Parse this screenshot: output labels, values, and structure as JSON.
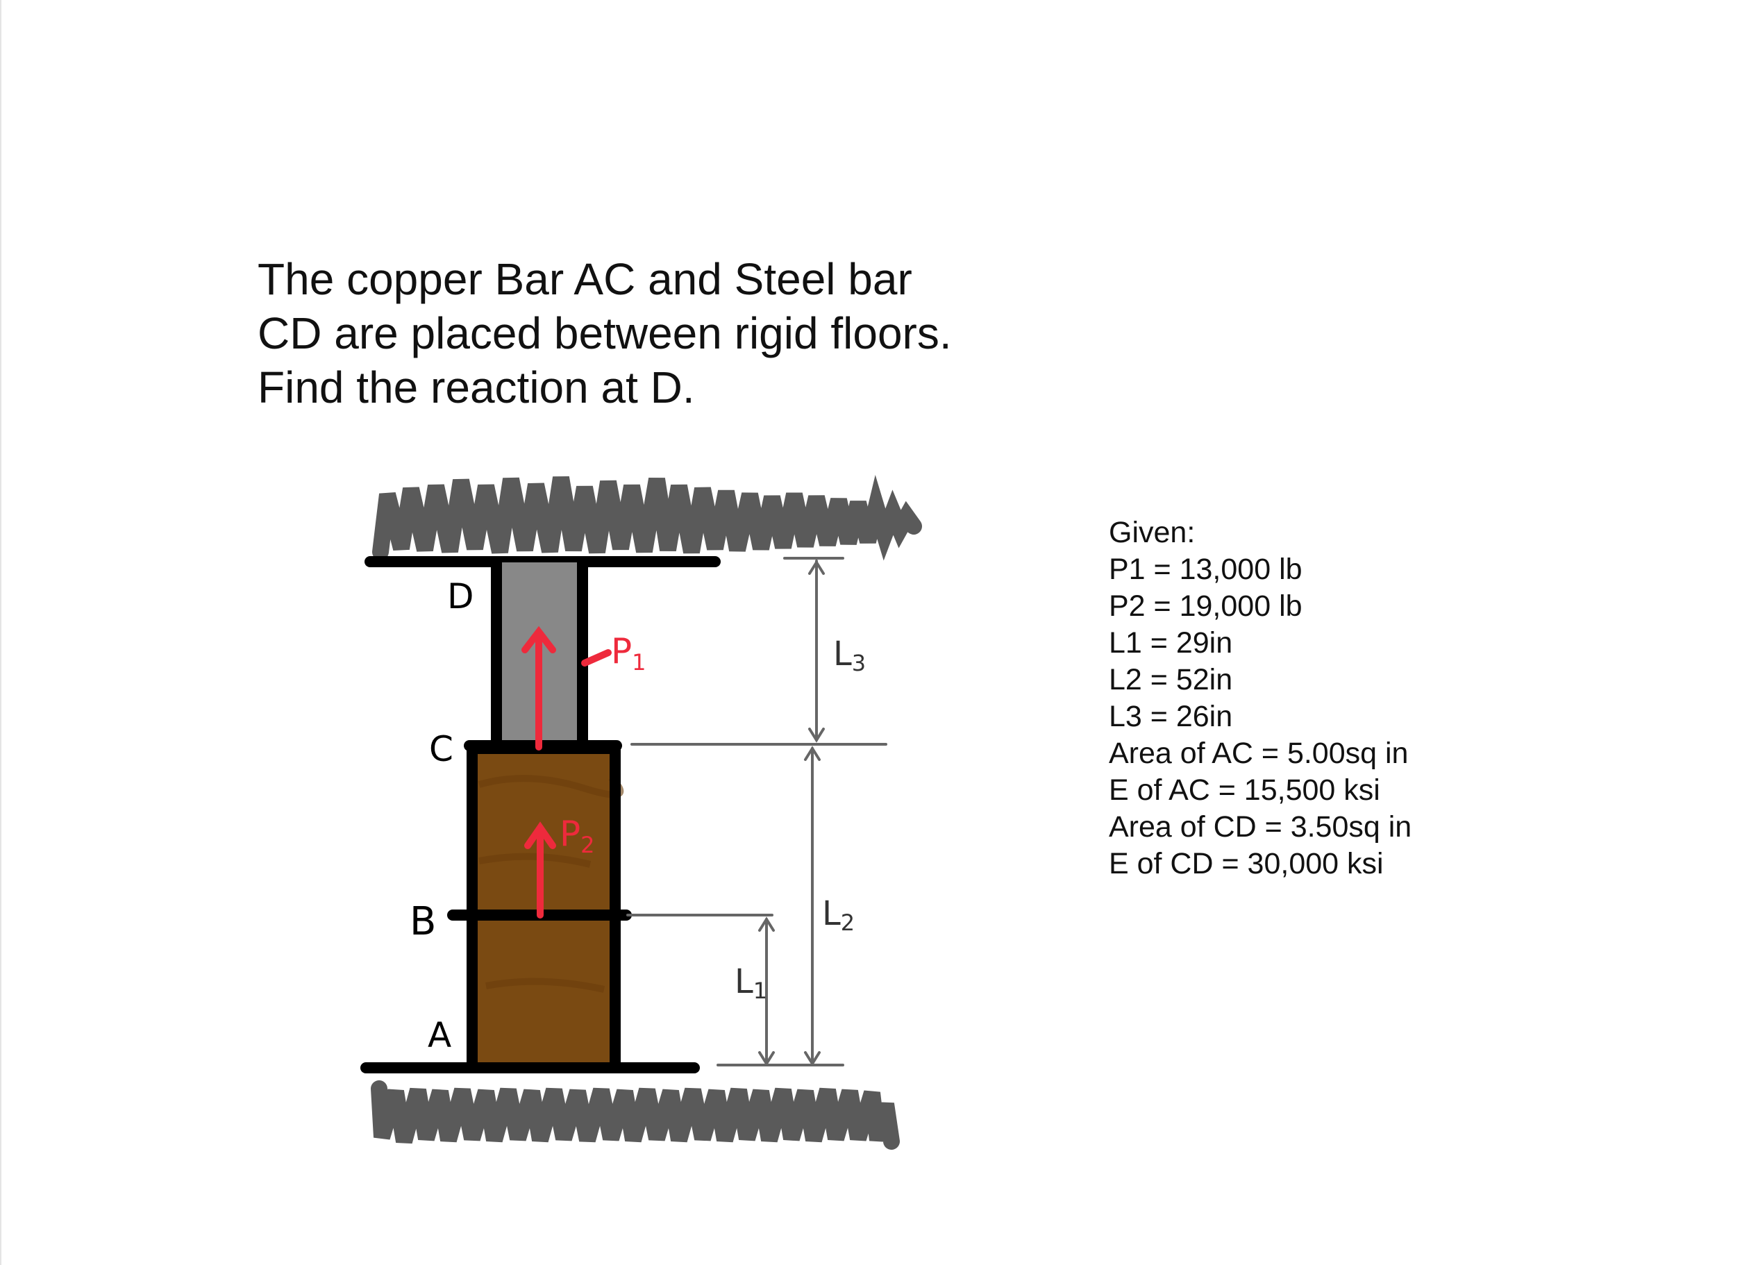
{
  "problem": {
    "lines": [
      "The copper Bar AC and Steel bar",
      "CD are placed between rigid floors.",
      "Find the reaction at D."
    ]
  },
  "given": {
    "heading": "Given:",
    "items": [
      "P1 = 13,000 lb",
      "P2 = 19,000 lb",
      "L1 = 29in",
      "L2 = 52in",
      "L3 = 26in",
      "Area of AC = 5.00sq in",
      "E of AC = 15,500 ksi",
      "Area of CD = 3.50sq in",
      "E of CD = 30,000 ksi"
    ]
  },
  "diagram": {
    "point_labels": {
      "d": "D",
      "c": "C",
      "b": "B",
      "a": "A"
    },
    "load_labels": {
      "p1": "P",
      "p1_sub": "1",
      "p2": "P",
      "p2_sub": "2"
    },
    "dimension_labels": {
      "l3": "L",
      "l3_sub": "3",
      "l2": "L",
      "l2_sub": "2",
      "l1": "L",
      "l1_sub": "1"
    },
    "colors": {
      "copper": "#7a4a12",
      "steel": "#888888",
      "force_arrow": "#ee2a3c",
      "ground_hatch": "#5a5a5a",
      "outline": "#000000",
      "dimension": "#666666"
    }
  }
}
